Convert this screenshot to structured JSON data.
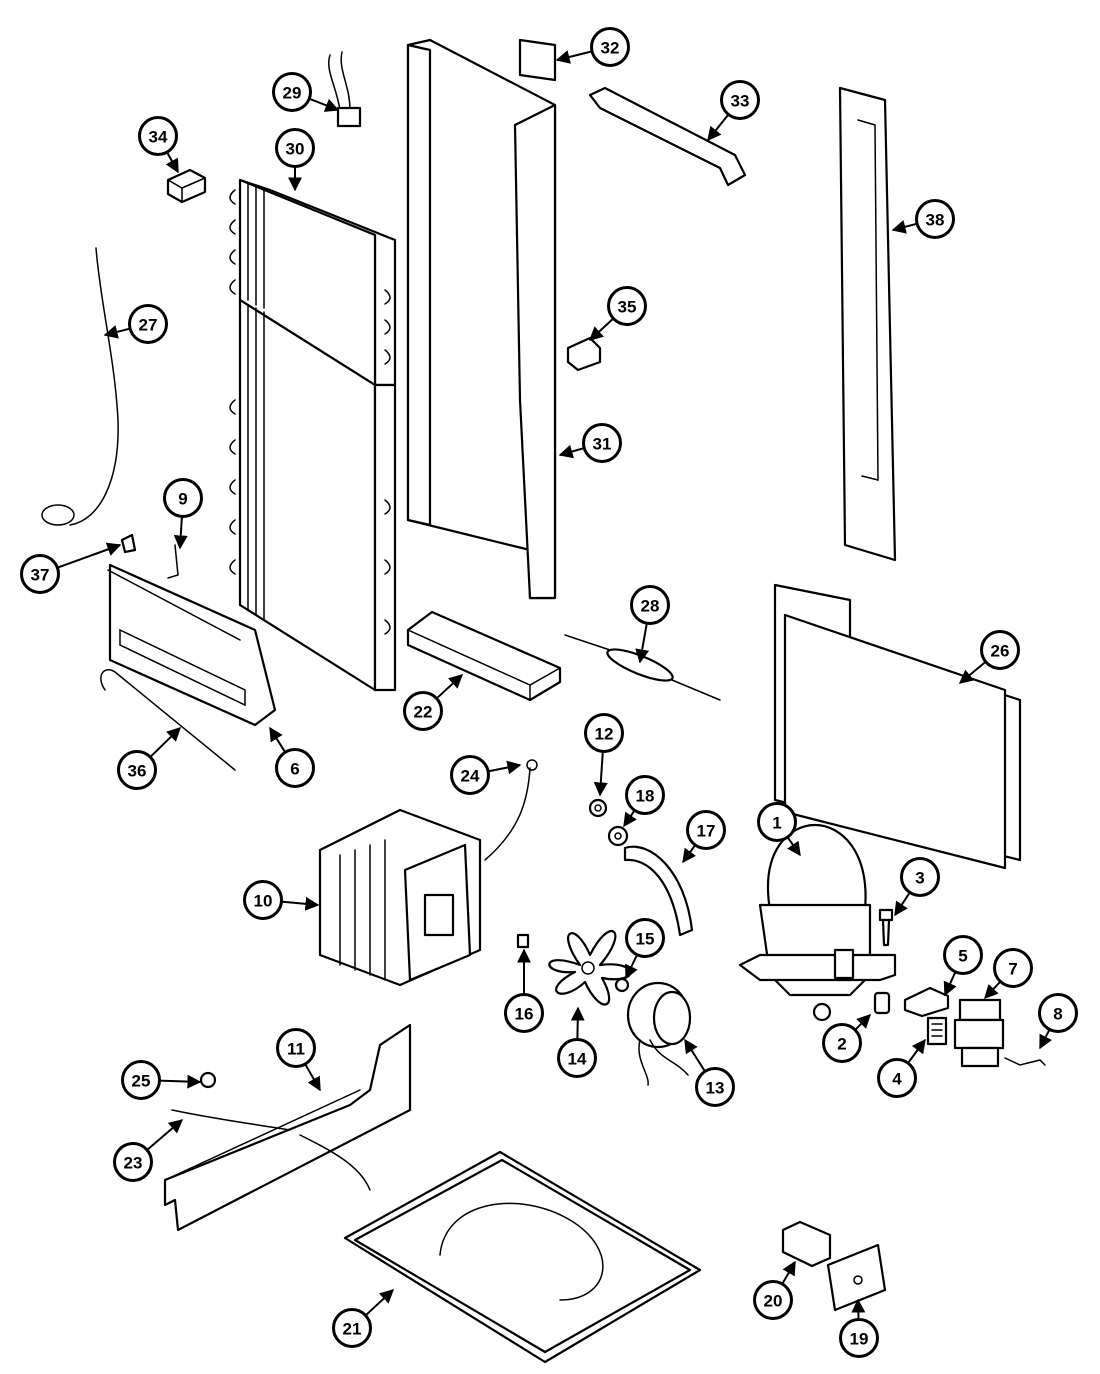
{
  "callouts": [
    {
      "id": "1"
    },
    {
      "id": "2"
    },
    {
      "id": "3"
    },
    {
      "id": "4"
    },
    {
      "id": "5"
    },
    {
      "id": "6"
    },
    {
      "id": "7"
    },
    {
      "id": "8"
    },
    {
      "id": "9"
    },
    {
      "id": "10"
    },
    {
      "id": "11"
    },
    {
      "id": "12"
    },
    {
      "id": "13"
    },
    {
      "id": "14"
    },
    {
      "id": "15"
    },
    {
      "id": "16"
    },
    {
      "id": "17"
    },
    {
      "id": "18"
    },
    {
      "id": "19"
    },
    {
      "id": "20"
    },
    {
      "id": "21"
    },
    {
      "id": "22"
    },
    {
      "id": "23"
    },
    {
      "id": "24"
    },
    {
      "id": "25"
    },
    {
      "id": "26"
    },
    {
      "id": "27"
    },
    {
      "id": "28"
    },
    {
      "id": "29"
    },
    {
      "id": "30"
    },
    {
      "id": "31"
    },
    {
      "id": "32"
    },
    {
      "id": "33"
    },
    {
      "id": "34"
    },
    {
      "id": "35"
    },
    {
      "id": "36"
    },
    {
      "id": "37"
    },
    {
      "id": "38"
    }
  ]
}
